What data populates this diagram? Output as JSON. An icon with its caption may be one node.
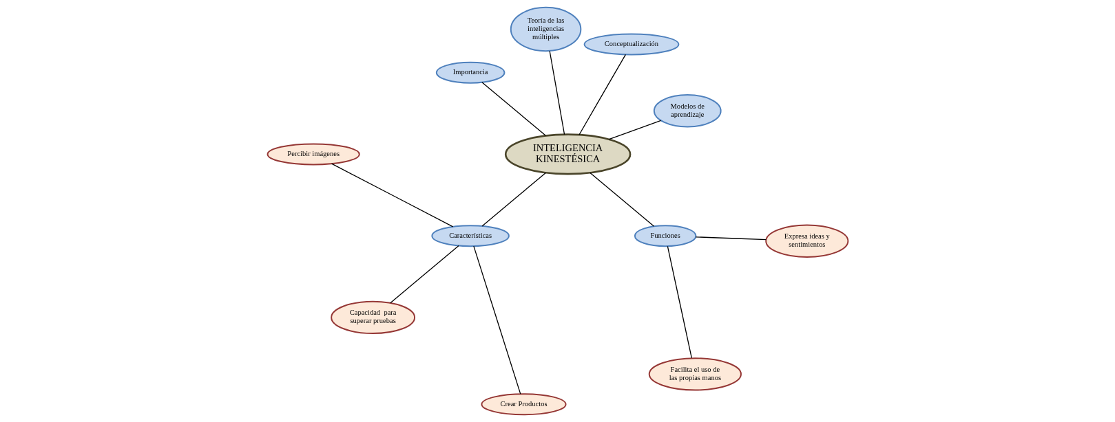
{
  "diagram": {
    "nodes": [
      {
        "text": [
          "INTELIGENCIA KINESTÉSICA"
        ]
      },
      {
        "text": [
          "Modelos de aprendizaje"
        ]
      },
      {
        "text": [
          "Conceptualización"
        ]
      },
      {
        "text": [
          "Teoría de las inteligencias múltiples"
        ]
      },
      {
        "text": [
          "Importancia"
        ]
      },
      {
        "text": [
          "Características"
        ]
      },
      {
        "text": [
          "Funciones"
        ]
      },
      {
        "text": [
          "Percibir imágenes"
        ]
      },
      {
        "text": [
          "Capacidad  para superar pruebas"
        ]
      },
      {
        "text": [
          "Crear Productos"
        ]
      },
      {
        "text": [
          "Facilita el uso de las propias manos"
        ]
      },
      {
        "text": [
          "Expresa ideas y sentimientos"
        ]
      }
    ],
    "edges": [
      {
        "from": 0,
        "to": 1,
        "arrow": "none"
      },
      {
        "from": 0,
        "to": 2,
        "arrow": "none"
      },
      {
        "from": 0,
        "to": 3,
        "arrow": "none"
      },
      {
        "from": 0,
        "to": 4,
        "arrow": "none"
      },
      {
        "from": 0,
        "to": 5,
        "arrow": "none"
      },
      {
        "from": 0,
        "to": 6,
        "arrow": "none"
      },
      {
        "from": 5,
        "to": 7,
        "arrow": "none"
      },
      {
        "from": 5,
        "to": 8,
        "arrow": "none"
      },
      {
        "from": 5,
        "to": 9,
        "arrow": "none"
      },
      {
        "from": 6,
        "to": 10,
        "arrow": "none"
      },
      {
        "from": 6,
        "to": 11,
        "arrow": "none"
      }
    ]
  }
}
